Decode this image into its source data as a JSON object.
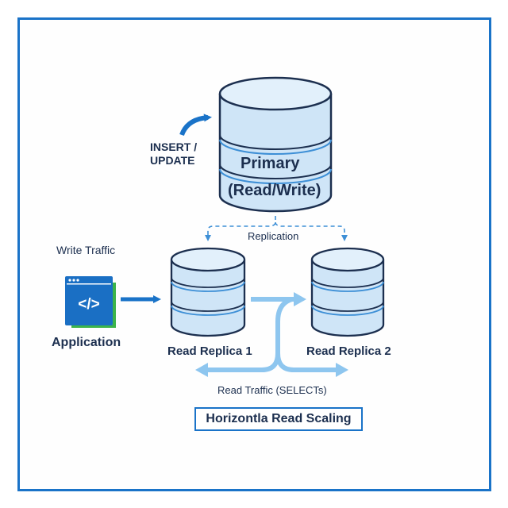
{
  "diagram": {
    "colors": {
      "frame": "#1a73c8",
      "db_fill": "#cfe5f7",
      "db_band": "#3d8fd6",
      "db_outline": "#1c2f4f",
      "arrow_dark": "#1a73c8",
      "arrow_light": "#8ec6ef",
      "app_icon": "#1a6fc4",
      "app_shadow": "#3cb44a",
      "text": "#1c2f4f"
    },
    "primary": {
      "title": "Primary",
      "subtitle": "(Read/Write)",
      "incoming_label_line1": "INSERT /",
      "incoming_label_line2": "UPDATE"
    },
    "replication": {
      "label": "Replication"
    },
    "application": {
      "label": "Application",
      "traffic_label": "Write Traffic",
      "icon": "code-window-icon",
      "icon_glyph": "</>"
    },
    "replicas": [
      {
        "label": "Read Replica 1"
      },
      {
        "label": "Read Replica 2"
      }
    ],
    "read_traffic": {
      "label": "Read Traffic (SELECTs)"
    },
    "footer": {
      "title": "Horizontla Read Scaling"
    }
  }
}
